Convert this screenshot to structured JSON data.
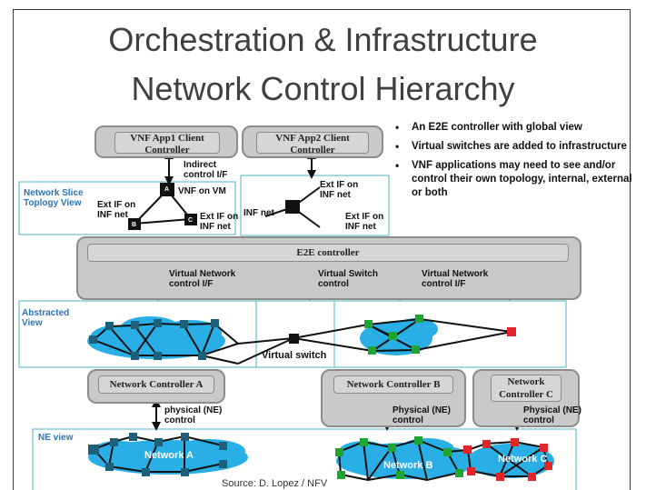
{
  "title_line1": "Orchestration & Infrastructure",
  "title_line2": "Network Control Hierarchy",
  "bullets": [
    "An E2E controller with global view",
    "Virtual switches are added to infrastructure",
    "VNF applications may need to see and/or control their own topology, internal, external or both"
  ],
  "vnf_app1": {
    "label": "VNF App1 Client Controller",
    "link_label": "Indirect control I/F"
  },
  "vnf_app2": {
    "label": "VNF App2 Client Controller"
  },
  "slice_view": {
    "title": "Network Slice Toplogy View",
    "vnf_label": "VNF on VM",
    "ext_if_left": "Ext IF on INF net",
    "ext_if_right": "Ext IF on INF net",
    "node_a": "A",
    "node_b": "B",
    "node_c": "C"
  },
  "app2_view": {
    "ext_if_top": "Ext IF on INF net",
    "ext_if_left": "INF net",
    "ext_if_bottom": "Ext IF on INF net"
  },
  "e2e": {
    "label": "E2E controller",
    "link_left": "Virtual Network control I/F",
    "link_mid": "Virtual Switch control",
    "link_right": "Virtual Network control I/F"
  },
  "abstracted_view": {
    "title": "Abstracted View",
    "switch_label": "Virtual switch"
  },
  "controllers": {
    "a": {
      "label": "Network Controller A",
      "link_label": "physical (NE) control"
    },
    "b": {
      "label": "Network Controller B",
      "link_label": "Physical (NE) control"
    },
    "c": {
      "label": "Network Controller C",
      "link_label": "Physical (NE) control"
    }
  },
  "ne_view": {
    "title": "NE view",
    "network_a": "Network A",
    "network_b": "Network B",
    "network_c": "Network C"
  },
  "source": "Source: D. Lopez / NFV",
  "colors": {
    "cloud": "#29aee6",
    "node_teal": "#1e5f7a",
    "node_green": "#1fa532",
    "node_red": "#e0262a",
    "panel_border": "#4fb6c2",
    "controller_fill": "#c9c9c9",
    "label_blue": "#2e74b5"
  }
}
